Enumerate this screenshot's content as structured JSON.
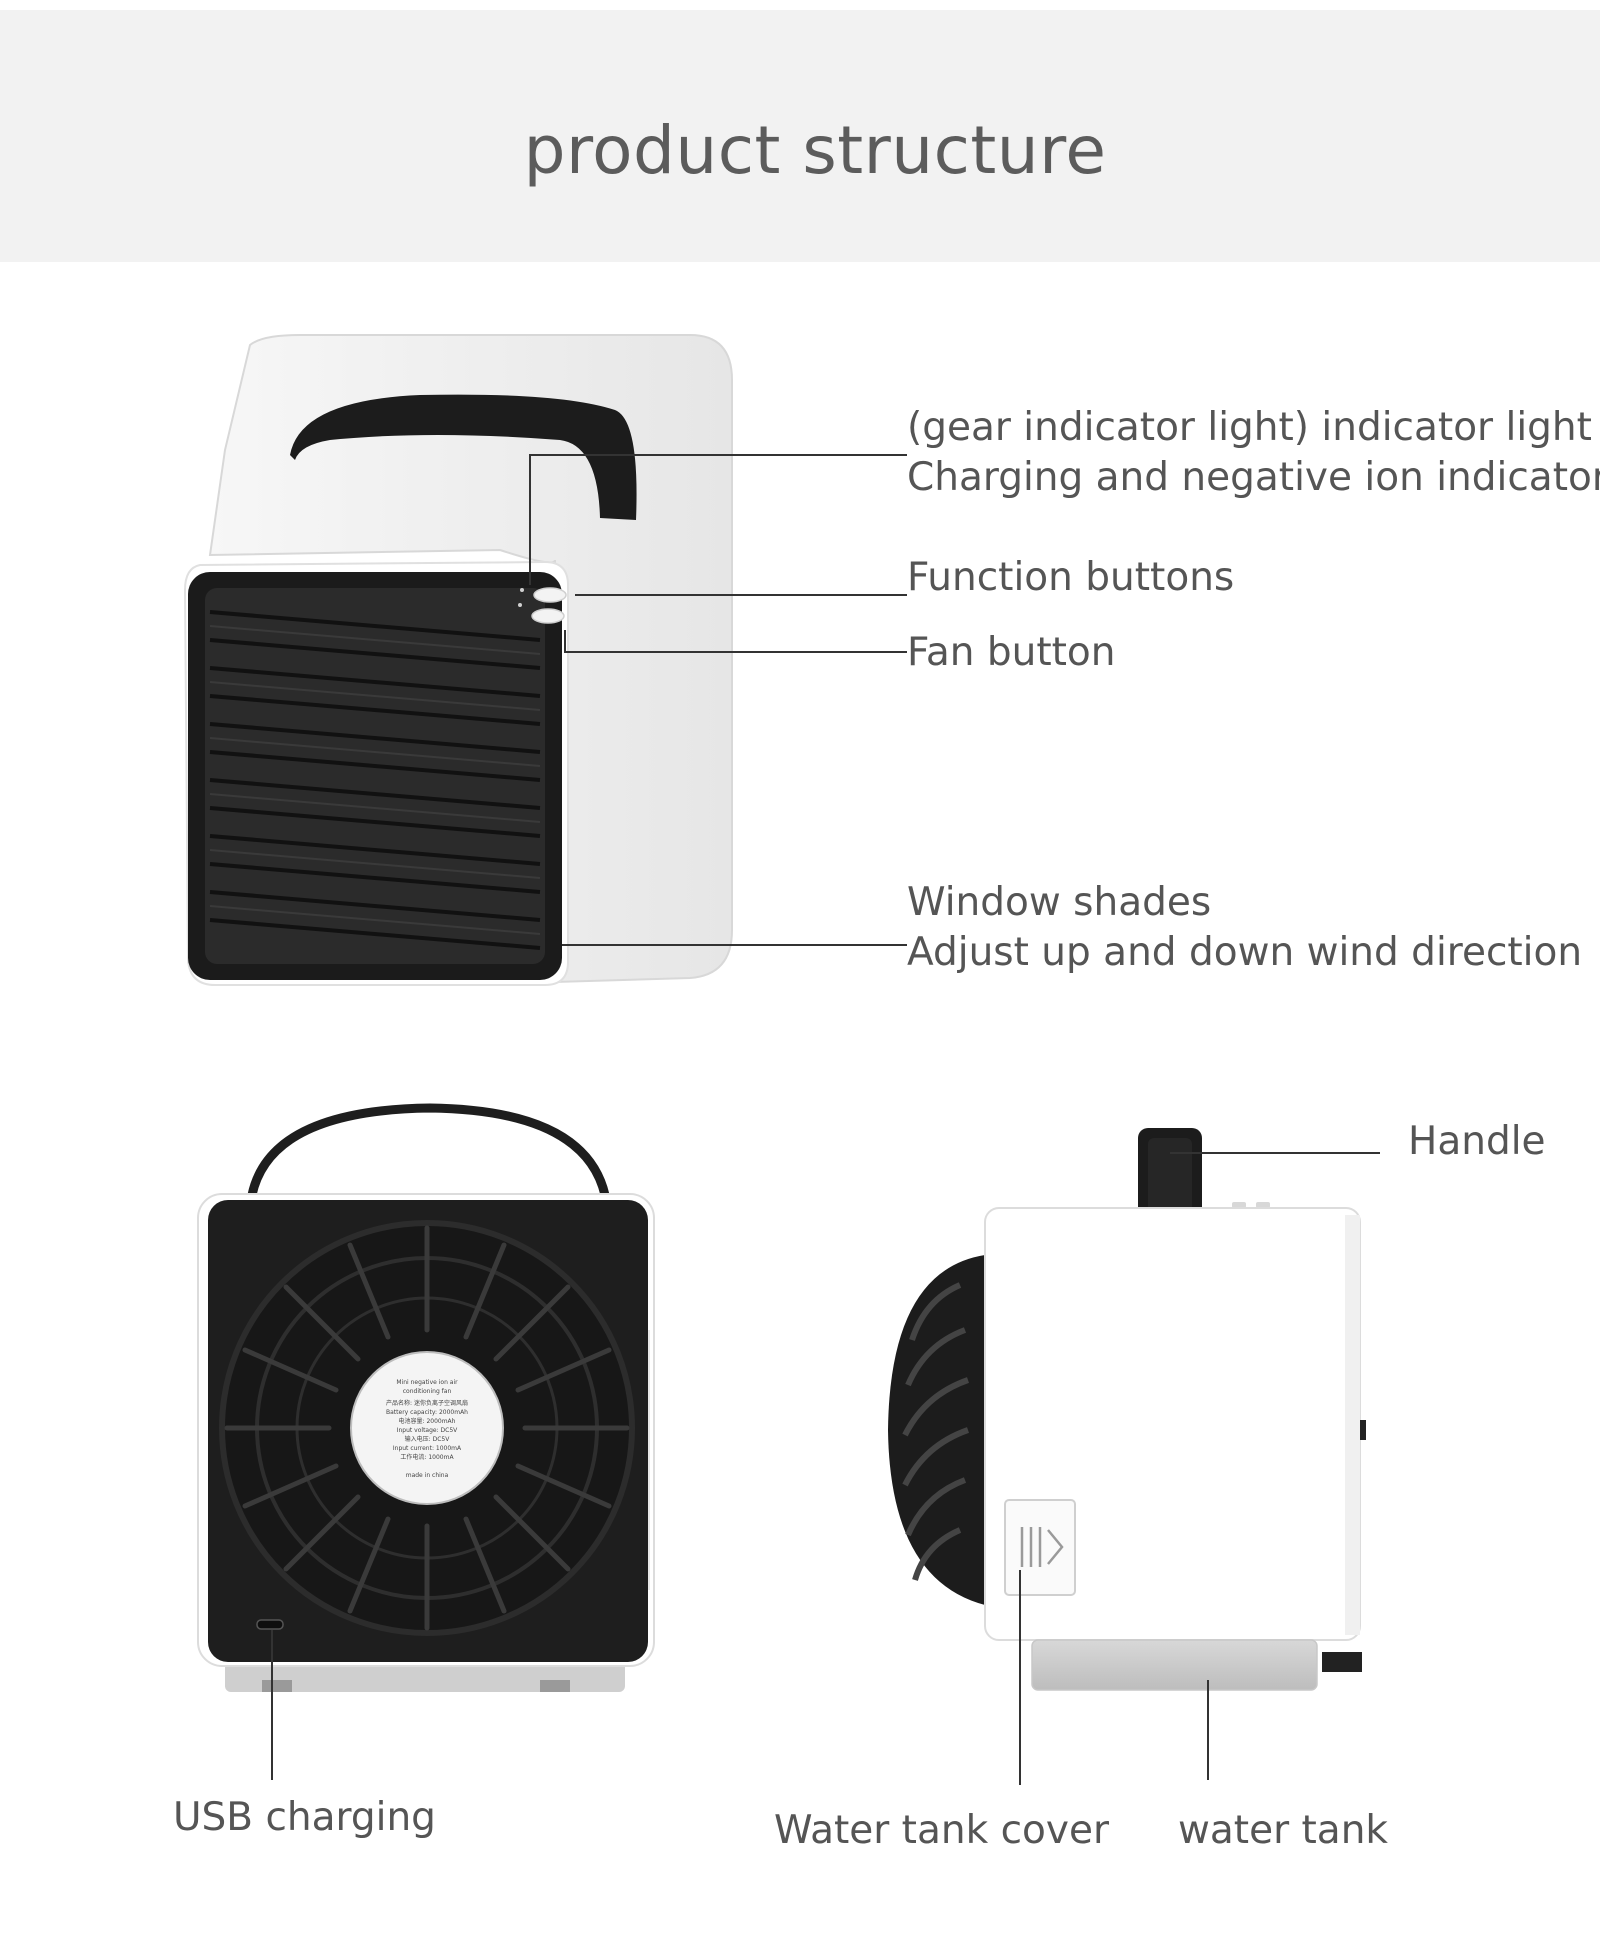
{
  "page": {
    "title": "product structure"
  },
  "colors": {
    "header_bg": "#f2f2f2",
    "text": "#555555",
    "product_white": "#ffffff",
    "product_black": "#1e1e1e",
    "leader_line": "#333333"
  },
  "label_plate": {
    "lines": [
      "Mini negative ion air",
      "conditioning fan",
      "产品名称: 迷你负离子空调风扇",
      "Battery capacity: 2000mAh",
      "电池容量: 2000mAh",
      "Input voltage: DC5V",
      "输入电压: DC5V",
      "Input current: 1000mA",
      "工作电流: 1000mA",
      "made in china"
    ]
  },
  "callouts": {
    "indicator_light": "(gear indicator light) indicator light",
    "charging_indicator": "Charging and negative ion indicator",
    "function_buttons": "Function buttons",
    "fan_button": "Fan button",
    "window_shades": "Window shades",
    "wind_direction": "Adjust up and down wind direction",
    "handle": "Handle",
    "usb_charging": "USB charging",
    "water_tank_cover": "Water tank cover",
    "water_tank": "water tank"
  }
}
